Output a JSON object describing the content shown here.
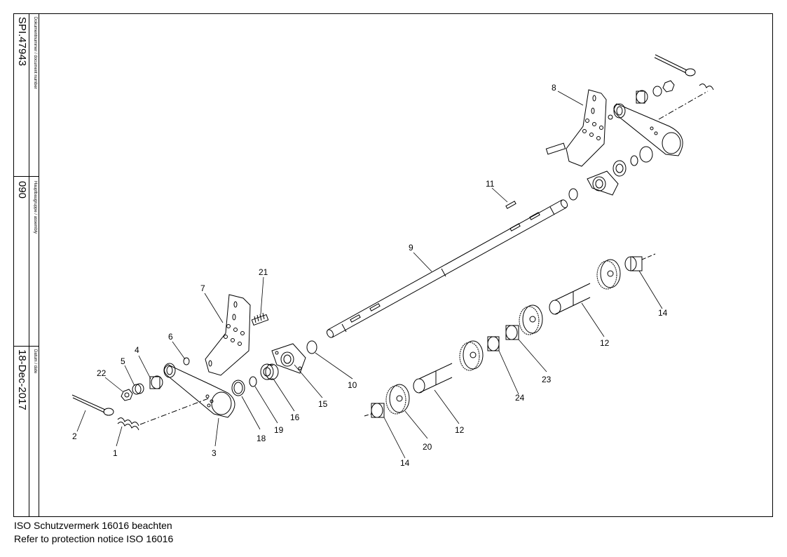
{
  "title_block": {
    "document_number_label": "Dokumentnummer / document number",
    "document_number": "SPI.47943",
    "assembly_label": "Hauptbaugruppe / assembly",
    "assembly": "090",
    "date_label": "Datum / date",
    "date": "18-Dec-2017"
  },
  "notice": {
    "line1": "ISO Schutzvermerk 16016 beachten",
    "line2": "Refer to protection notice ISO 16016"
  },
  "callouts": {
    "c1": "1",
    "c2": "2",
    "c3": "3",
    "c4": "4",
    "c5": "5",
    "c6": "6",
    "c7": "7",
    "c8": "8",
    "c9": "9",
    "c10": "10",
    "c11": "11",
    "c12a": "12",
    "c12b": "12",
    "c14a": "14",
    "c14b": "14",
    "c15": "15",
    "c16": "16",
    "c18": "18",
    "c19": "19",
    "c20": "20",
    "c21": "21",
    "c22": "22",
    "c23": "23",
    "c24": "24"
  }
}
